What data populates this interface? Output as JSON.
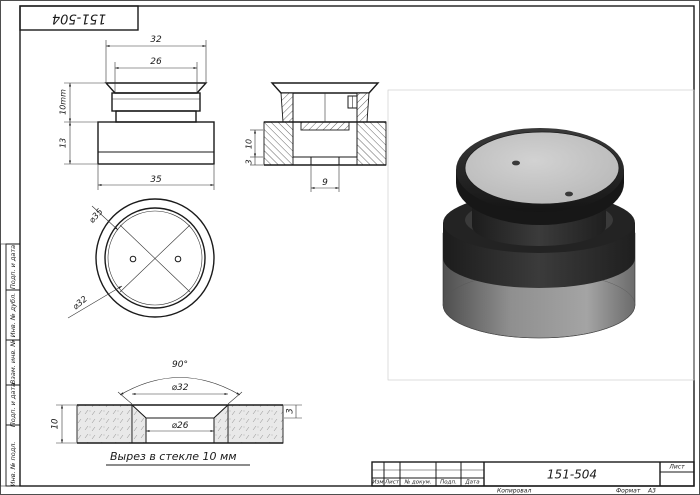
{
  "drawing": {
    "code": "151-504",
    "code_rotated": "151-504",
    "glass_cutout_caption": "Вырез в стекле 10 мм"
  },
  "side_view": {
    "dim_top_width": "32",
    "dim_inner_width": "26",
    "dim_bottom_width": "35",
    "dim_upper_height": "10mm",
    "dim_lower_height": "13"
  },
  "section_view": {
    "dim_height_10": "10",
    "dim_height_3": "3",
    "dim_hole_9": "9"
  },
  "top_view": {
    "dim_outer_dia": "⌀35",
    "dim_inner_dia": "⌀32"
  },
  "glass_section": {
    "dim_angle": "90°",
    "dim_top_dia": "⌀32",
    "dim_bottom_dia": "⌀26",
    "dim_thickness": "10",
    "dim_step": "3"
  },
  "side_stamp": {
    "labels": [
      "Инв. № подл.",
      "Подп. и дата",
      "Взам. инв. №",
      "Инв. № дубл.",
      "Подп. и дата"
    ]
  },
  "title_block": {
    "col_labels": [
      "Изм",
      "Лист",
      "№ докум.",
      "Подп.",
      "Дата"
    ],
    "designation": "151-504",
    "sheet_label": "Лист",
    "copied_label": "Копировал",
    "format_label": "Формат",
    "format_value": "А3"
  },
  "colors": {
    "line": "#1a1a1a",
    "render_dark": "#2a2a2a",
    "render_mid": "#7d7d7d",
    "render_light": "#c9c9c9",
    "frame_bg": "#ffffff"
  }
}
